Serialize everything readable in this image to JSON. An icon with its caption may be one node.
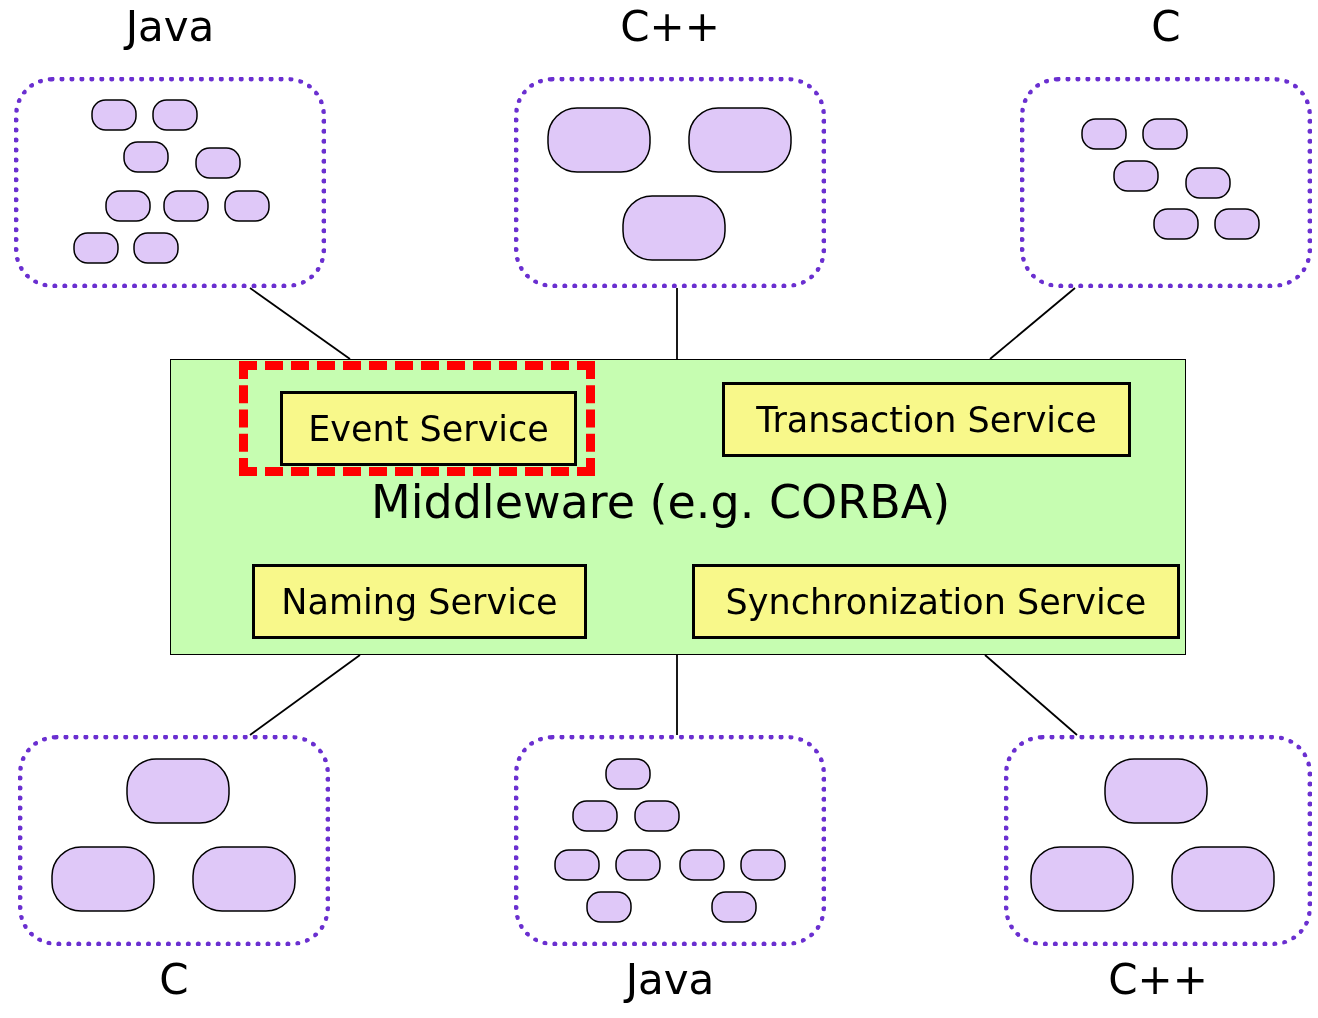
{
  "diagram": {
    "nodes": [
      {
        "text": [
          "Middleware (e.g. CORBA)"
        ]
      },
      {
        "text": [],
        "shape": "box",
        "in": 0
      },
      {
        "text": [
          "Event Service"
        ],
        "in": 1
      },
      {
        "text": [
          "Transaction Service"
        ],
        "in": 0
      },
      {
        "text": [
          "Naming Service"
        ],
        "in": 0
      },
      {
        "text": [
          "Synchronization Service"
        ],
        "in": 0
      },
      {
        "text": [
          "Java"
        ]
      },
      {
        "text": [
          "C++"
        ]
      },
      {
        "text": [
          "C"
        ]
      },
      {
        "text": [
          "C"
        ]
      },
      {
        "text": [
          "Java"
        ]
      },
      {
        "text": [
          "C++"
        ]
      }
    ],
    "edges": [
      {
        "from": 6,
        "to": 0,
        "arrow": "none"
      },
      {
        "from": 7,
        "to": 0,
        "arrow": "none"
      },
      {
        "from": 8,
        "to": 0,
        "arrow": "none"
      },
      {
        "from": 0,
        "to": 9,
        "arrow": "none"
      },
      {
        "from": 0,
        "to": 10,
        "arrow": "none"
      },
      {
        "from": 0,
        "to": 11,
        "arrow": "none"
      }
    ]
  }
}
